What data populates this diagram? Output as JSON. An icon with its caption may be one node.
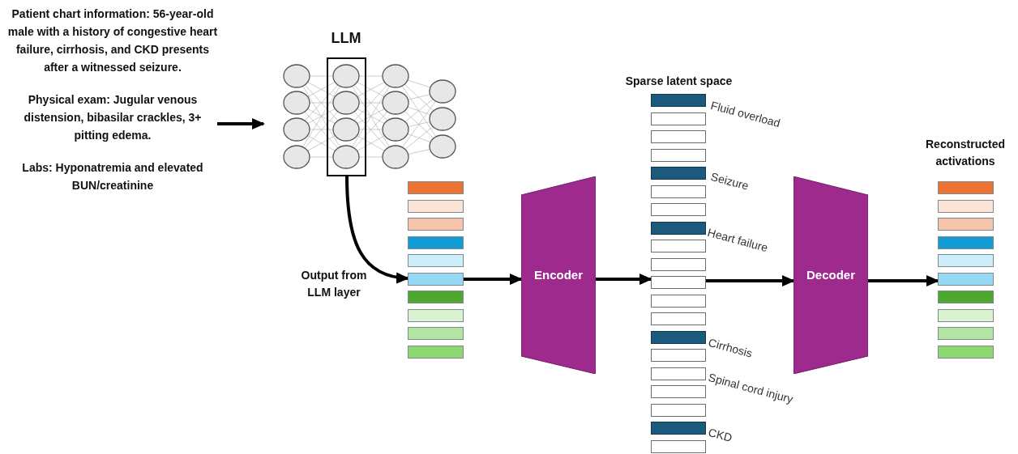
{
  "diagram": {
    "nodes": [
      {
        "text": [
          "Patient chart information: 56-year-old male with a history of congestive heart failure, cirrhosis, and CKD presents after a witnessed seizure.",
          "Physical exam: Jugular venous distension, bibasilar crackles, 3+ pitting edema.",
          "Labs: Hyponatremia and elevated BUN/creatinine"
        ]
      },
      {
        "text": [
          "LLM"
        ]
      },
      {
        "text": [],
        "shape": "box",
        "in": 1
      },
      {
        "text": [],
        "shape": "bar",
        "beside": [
          "Output from LLM layer"
        ]
      },
      {
        "text": [
          "Encoder"
        ]
      },
      {
        "text": [
          "Sparse latent space",
          "Fluid overload",
          "Seizure",
          "Heart failure",
          "Cirrhosis",
          "Spinal cord injury",
          "CKD"
        ]
      },
      {
        "text": [
          "Decoder"
        ]
      },
      {
        "text": [
          "Reconstructed activations"
        ]
      }
    ],
    "edges": [
      {
        "from": 0,
        "to": 1,
        "arrow": "to"
      },
      {
        "from": 2,
        "to": 3,
        "arrow": "to"
      },
      {
        "from": 3,
        "to": 4,
        "arrow": "to"
      },
      {
        "from": 4,
        "to": 5,
        "arrow": "to"
      },
      {
        "from": 5,
        "to": 6,
        "arrow": "to"
      },
      {
        "from": 6,
        "to": 7,
        "arrow": "to"
      }
    ]
  }
}
